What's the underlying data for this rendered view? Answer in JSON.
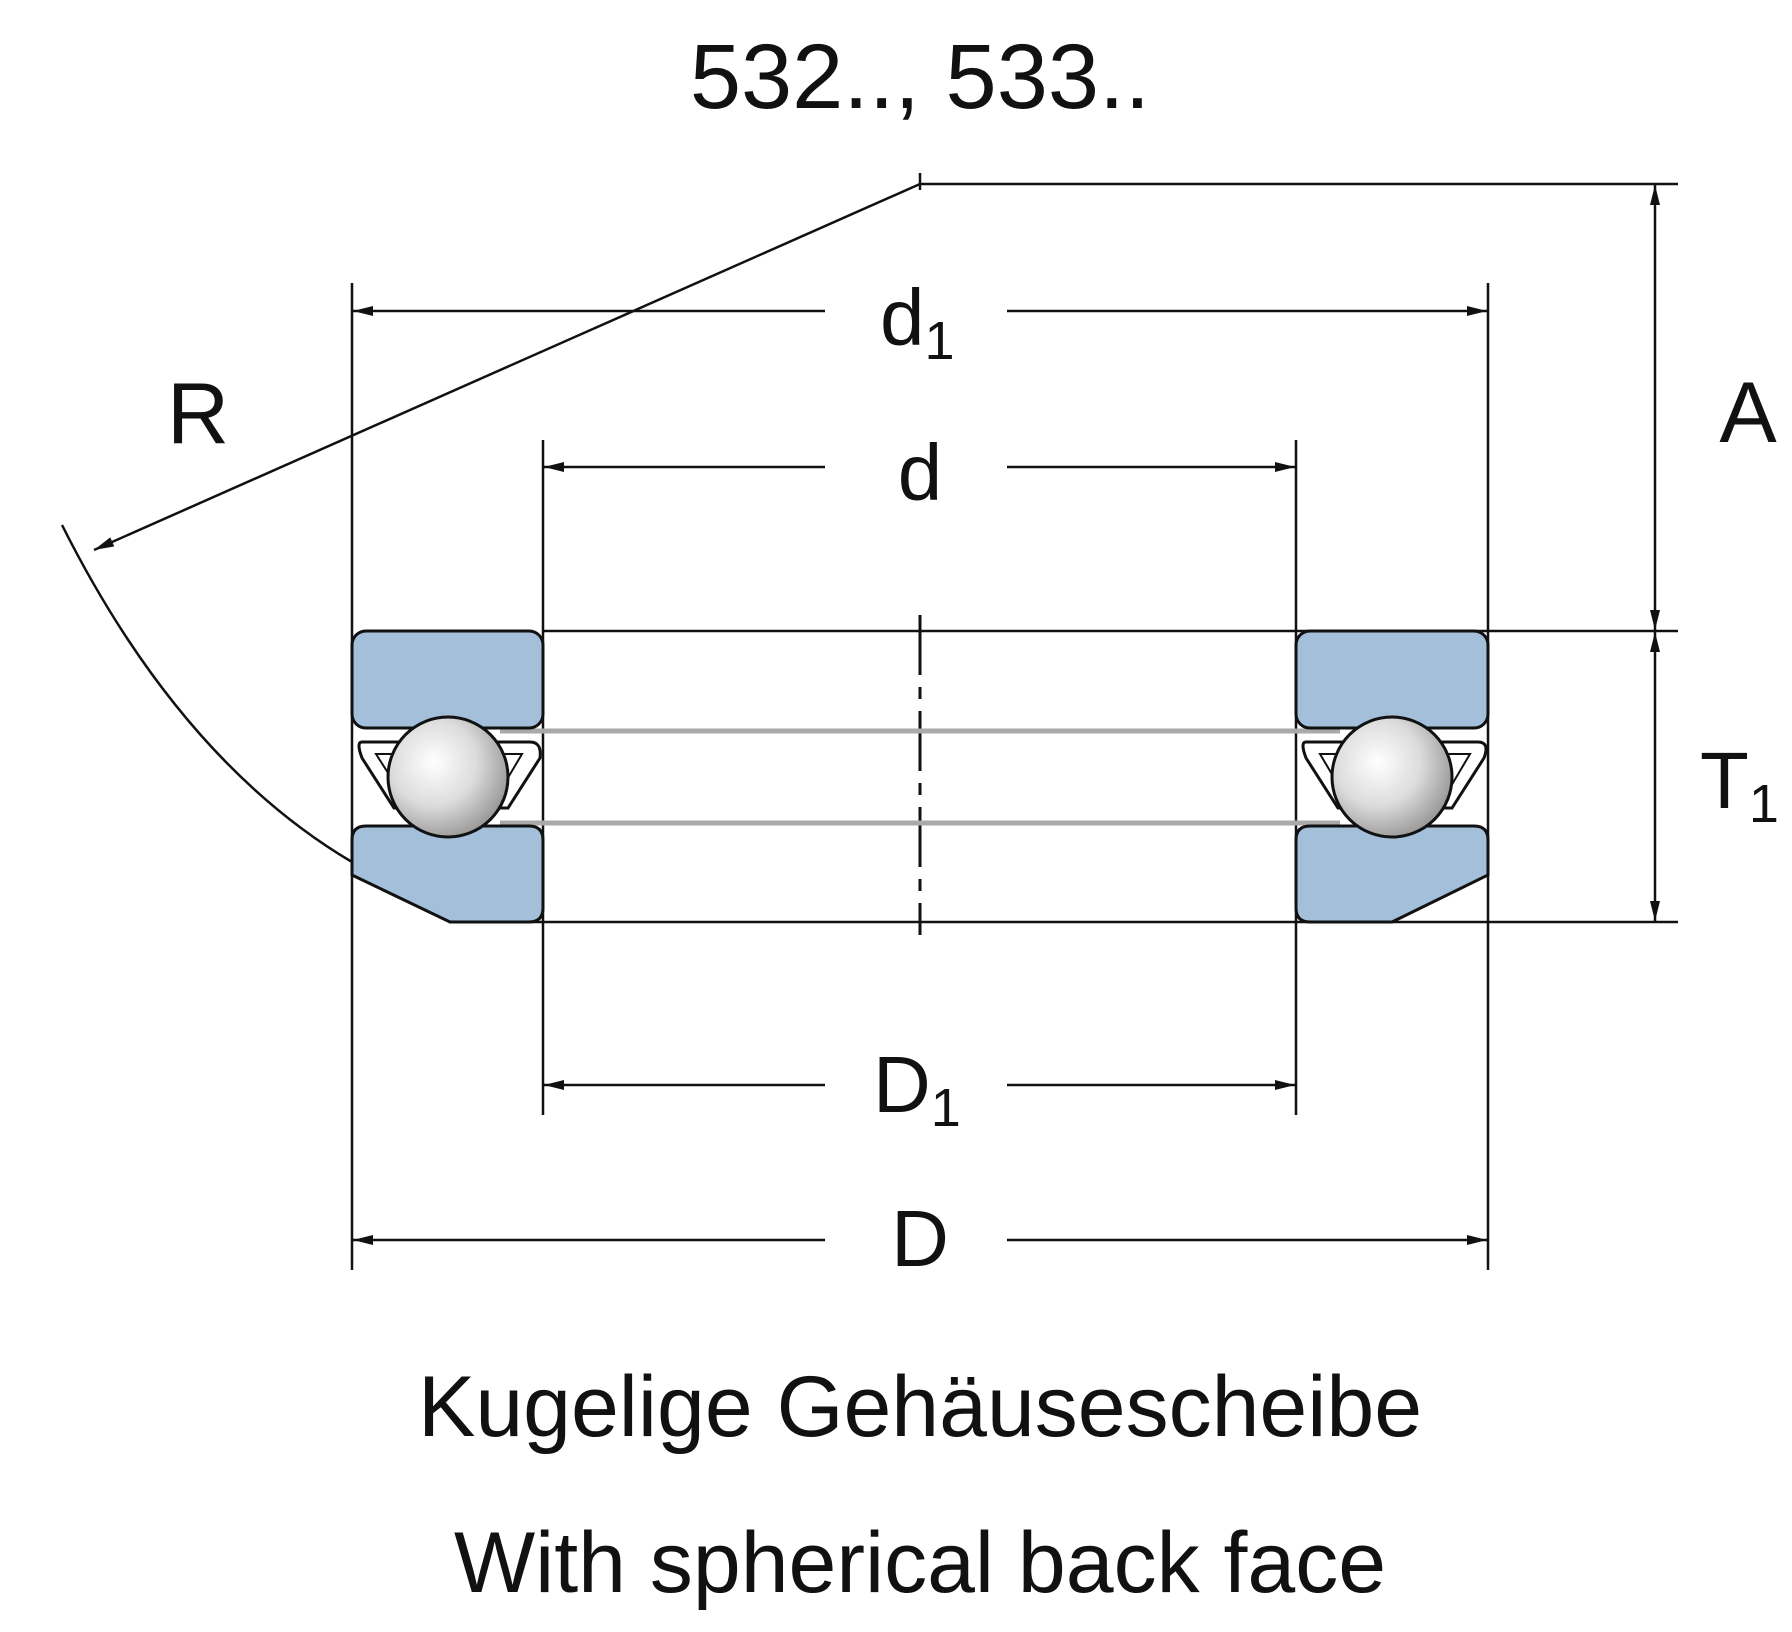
{
  "title": "532.., 533..",
  "dimensions": {
    "d1": "d",
    "d1_sub": "1",
    "d": "d",
    "D1": "D",
    "D1_sub": "1",
    "D": "D",
    "R": "R",
    "A": "A",
    "T1": "T",
    "T1_sub": "1"
  },
  "caption": {
    "de": "Kugelige Gehäusescheibe",
    "en": "With spherical back face"
  },
  "colors": {
    "washer_fill": "#a3bfda",
    "line": "#111111",
    "cage_line": "#a9a9ac"
  }
}
